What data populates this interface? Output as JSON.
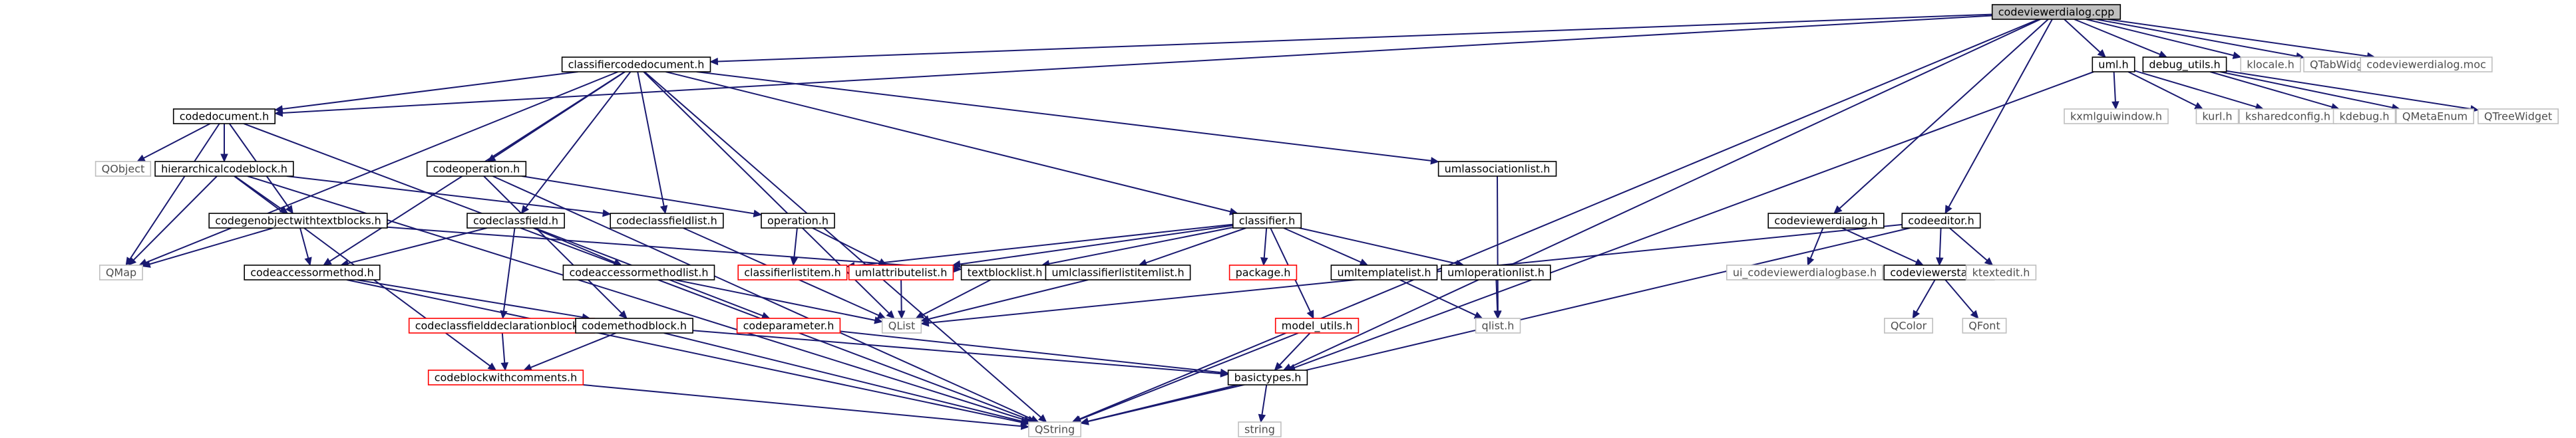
{
  "colors": {
    "edge": "#191970",
    "root_fill": "#bfbfbf",
    "root_border": "#000000",
    "documented_border": "#000000",
    "undocumented_border": "#ff0000",
    "external_border": "#bfbfbf",
    "external_text": "#4d4d4d",
    "text": "#000000"
  },
  "nodes": [
    {
      "id": "codeviewerdialog_cpp",
      "label": "codeviewerdialog.cpp",
      "kind": "root"
    },
    {
      "id": "classifiercodedocument_h",
      "label": "classifiercodedocument.h",
      "kind": "documented"
    },
    {
      "id": "uml_h",
      "label": "uml.h",
      "kind": "documented"
    },
    {
      "id": "debug_utils_h",
      "label": "debug_utils.h",
      "kind": "documented"
    },
    {
      "id": "klocale_h",
      "label": "klocale.h",
      "kind": "external"
    },
    {
      "id": "qtabwidget",
      "label": "QTabWidget",
      "kind": "external"
    },
    {
      "id": "codeviewerdialog_moc",
      "label": "codeviewerdialog.moc",
      "kind": "external"
    },
    {
      "id": "codedocument_h",
      "label": "codedocument.h",
      "kind": "documented"
    },
    {
      "id": "qobject",
      "label": "QObject",
      "kind": "external"
    },
    {
      "id": "hierarchicalcodeblock_h",
      "label": "hierarchicalcodeblock.h",
      "kind": "documented"
    },
    {
      "id": "codegenobjectwithtextblocks_h",
      "label": "codegenobjectwithtextblocks.h",
      "kind": "documented"
    },
    {
      "id": "qmap",
      "label": "QMap",
      "kind": "external"
    },
    {
      "id": "codeoperation_h",
      "label": "codeoperation.h",
      "kind": "documented"
    },
    {
      "id": "codeclassfield_h",
      "label": "codeclassfield.h",
      "kind": "documented"
    },
    {
      "id": "codeclassfieldlist_h",
      "label": "codeclassfieldlist.h",
      "kind": "documented"
    },
    {
      "id": "operation_h",
      "label": "operation.h",
      "kind": "documented"
    },
    {
      "id": "umlassociationlist_h",
      "label": "umlassociationlist.h",
      "kind": "documented"
    },
    {
      "id": "classifier_h",
      "label": "classifier.h",
      "kind": "documented"
    },
    {
      "id": "codeaccessormethod_h",
      "label": "codeaccessormethod.h",
      "kind": "documented"
    },
    {
      "id": "codeaccessormethodlist_h",
      "label": "codeaccessormethodlist.h",
      "kind": "documented"
    },
    {
      "id": "classifierlistitem_h",
      "label": "classifierlistitem.h",
      "kind": "undocumented"
    },
    {
      "id": "umlattributelist_h",
      "label": "umlattributelist.h",
      "kind": "undocumented"
    },
    {
      "id": "textblocklist_h",
      "label": "textblocklist.h",
      "kind": "documented"
    },
    {
      "id": "umlclassifierlistitemlist_h",
      "label": "umlclassifierlistitemlist.h",
      "kind": "documented"
    },
    {
      "id": "package_h",
      "label": "package.h",
      "kind": "undocumented"
    },
    {
      "id": "umltemplatelist_h",
      "label": "umltemplatelist.h",
      "kind": "documented"
    },
    {
      "id": "umloperationlist_h",
      "label": "umloperationlist.h",
      "kind": "documented"
    },
    {
      "id": "qlist",
      "label": "QList",
      "kind": "external"
    },
    {
      "id": "qlist_h",
      "label": "qlist.h",
      "kind": "external"
    },
    {
      "id": "codeclassfielddeclarationblock_h",
      "label": "codeclassfielddeclarationblock.h",
      "kind": "undocumented"
    },
    {
      "id": "codemethodblock_h",
      "label": "codemethodblock.h",
      "kind": "documented"
    },
    {
      "id": "codeparameter_h",
      "label": "codeparameter.h",
      "kind": "undocumented"
    },
    {
      "id": "model_utils_h",
      "label": "model_utils.h",
      "kind": "undocumented"
    },
    {
      "id": "codeblockwithcomments_h",
      "label": "codeblockwithcomments.h",
      "kind": "undocumented"
    },
    {
      "id": "basictypes_h",
      "label": "basictypes.h",
      "kind": "documented"
    },
    {
      "id": "qstring",
      "label": "QString",
      "kind": "external"
    },
    {
      "id": "string",
      "label": "string",
      "kind": "external"
    },
    {
      "id": "codeviewerdialog_h",
      "label": "codeviewerdialog.h",
      "kind": "documented"
    },
    {
      "id": "codeeditor_h",
      "label": "codeeditor.h",
      "kind": "documented"
    },
    {
      "id": "ui_codeviewerdialogbase_h",
      "label": "ui_codeviewerdialogbase.h",
      "kind": "external"
    },
    {
      "id": "codeviewerstate_h",
      "label": "codeviewerstate.h",
      "kind": "documented"
    },
    {
      "id": "ktextedit_h",
      "label": "ktextedit.h",
      "kind": "external"
    },
    {
      "id": "qcolor",
      "label": "QColor",
      "kind": "external"
    },
    {
      "id": "qfont",
      "label": "QFont",
      "kind": "external"
    },
    {
      "id": "kxmlguiwindow_h",
      "label": "kxmlguiwindow.h",
      "kind": "external"
    },
    {
      "id": "kurl_h",
      "label": "kurl.h",
      "kind": "external"
    },
    {
      "id": "ksharedconfig_h",
      "label": "ksharedconfig.h",
      "kind": "external"
    },
    {
      "id": "kdebug_h",
      "label": "kdebug.h",
      "kind": "external"
    },
    {
      "id": "qmetaenum",
      "label": "QMetaEnum",
      "kind": "external"
    },
    {
      "id": "qtreewidget",
      "label": "QTreeWidget",
      "kind": "external"
    }
  ],
  "edges": [
    [
      "codeviewerdialog_cpp",
      "classifiercodedocument_h"
    ],
    [
      "codeviewerdialog_cpp",
      "uml_h"
    ],
    [
      "codeviewerdialog_cpp",
      "debug_utils_h"
    ],
    [
      "codeviewerdialog_cpp",
      "klocale_h"
    ],
    [
      "codeviewerdialog_cpp",
      "qtabwidget"
    ],
    [
      "codeviewerdialog_cpp",
      "codeviewerdialog_moc"
    ],
    [
      "codeviewerdialog_cpp",
      "codeviewerdialog_h"
    ],
    [
      "codeviewerdialog_cpp",
      "codeeditor_h"
    ],
    [
      "codeviewerdialog_cpp",
      "codedocument_h"
    ],
    [
      "codeviewerdialog_cpp",
      "basictypes_h"
    ],
    [
      "codeviewerdialog_cpp",
      "qstring"
    ],
    [
      "classifiercodedocument_h",
      "codedocument_h"
    ],
    [
      "classifiercodedocument_h",
      "codeoperation_h"
    ],
    [
      "classifiercodedocument_h",
      "codeclassfield_h"
    ],
    [
      "classifiercodedocument_h",
      "codeclassfieldlist_h"
    ],
    [
      "classifiercodedocument_h",
      "umlassociationlist_h"
    ],
    [
      "classifiercodedocument_h",
      "classifier_h"
    ],
    [
      "classifiercodedocument_h",
      "qmap"
    ],
    [
      "classifiercodedocument_h",
      "qlist"
    ],
    [
      "classifiercodedocument_h",
      "qstring"
    ],
    [
      "classifiercodedocument_h",
      "codeaccessormethod_h"
    ],
    [
      "codedocument_h",
      "qobject"
    ],
    [
      "codedocument_h",
      "hierarchicalcodeblock_h"
    ],
    [
      "codedocument_h",
      "codegenobjectwithtextblocks_h"
    ],
    [
      "codedocument_h",
      "qmap"
    ],
    [
      "codedocument_h",
      "qstring"
    ],
    [
      "hierarchicalcodeblock_h",
      "codegenobjectwithtextblocks_h"
    ],
    [
      "hierarchicalcodeblock_h",
      "codeclassfieldlist_h"
    ],
    [
      "hierarchicalcodeblock_h",
      "codeblockwithcomments_h"
    ],
    [
      "hierarchicalcodeblock_h",
      "qmap"
    ],
    [
      "hierarchicalcodeblock_h",
      "qstring"
    ],
    [
      "codegenobjectwithtextblocks_h",
      "qmap"
    ],
    [
      "codegenobjectwithtextblocks_h",
      "codeaccessormethod_h"
    ],
    [
      "codegenobjectwithtextblocks_h",
      "textblocklist_h"
    ],
    [
      "codeoperation_h",
      "operation_h"
    ],
    [
      "codeoperation_h",
      "codemethodblock_h"
    ],
    [
      "codeoperation_h",
      "qstring"
    ],
    [
      "codeclassfield_h",
      "codeaccessormethod_h"
    ],
    [
      "codeclassfield_h",
      "codeaccessormethodlist_h"
    ],
    [
      "codeclassfield_h",
      "codeclassfielddeclarationblock_h"
    ],
    [
      "codeclassfield_h",
      "codeparameter_h"
    ],
    [
      "codeclassfieldlist_h",
      "qlist"
    ],
    [
      "operation_h",
      "classifierlistitem_h"
    ],
    [
      "operation_h",
      "umlattributelist_h"
    ],
    [
      "classifier_h",
      "classifierlistitem_h"
    ],
    [
      "classifier_h",
      "umlattributelist_h"
    ],
    [
      "classifier_h",
      "textblocklist_h"
    ],
    [
      "classifier_h",
      "umlclassifierlistitemlist_h"
    ],
    [
      "classifier_h",
      "package_h"
    ],
    [
      "classifier_h",
      "umltemplatelist_h"
    ],
    [
      "classifier_h",
      "umloperationlist_h"
    ],
    [
      "classifier_h",
      "model_utils_h"
    ],
    [
      "umlassociationlist_h",
      "qlist_h"
    ],
    [
      "codeaccessormethod_h",
      "codemethodblock_h"
    ],
    [
      "codeaccessormethod_h",
      "qstring"
    ],
    [
      "codeaccessormethodlist_h",
      "qlist"
    ],
    [
      "umlattributelist_h",
      "qlist"
    ],
    [
      "textblocklist_h",
      "qlist"
    ],
    [
      "umlclassifierlistitemlist_h",
      "qlist"
    ],
    [
      "umltemplatelist_h",
      "qlist_h"
    ],
    [
      "umloperationlist_h",
      "qlist_h"
    ],
    [
      "codeclassfielddeclarationblock_h",
      "codeblockwithcomments_h"
    ],
    [
      "codemethodblock_h",
      "codeblockwithcomments_h"
    ],
    [
      "codemethodblock_h",
      "basictypes_h"
    ],
    [
      "codemethodblock_h",
      "qstring"
    ],
    [
      "codeparameter_h",
      "basictypes_h"
    ],
    [
      "model_utils_h",
      "basictypes_h"
    ],
    [
      "model_utils_h",
      "qstring"
    ],
    [
      "codeblockwithcomments_h",
      "qstring"
    ],
    [
      "basictypes_h",
      "qstring"
    ],
    [
      "basictypes_h",
      "string"
    ],
    [
      "codeviewerdialog_h",
      "ui_codeviewerdialogbase_h"
    ],
    [
      "codeviewerdialog_h",
      "codeviewerstate_h"
    ],
    [
      "codeeditor_h",
      "codeviewerstate_h"
    ],
    [
      "codeeditor_h",
      "ktextedit_h"
    ],
    [
      "codeeditor_h",
      "qlist"
    ],
    [
      "codeeditor_h",
      "qstring"
    ],
    [
      "codeviewerstate_h",
      "qcolor"
    ],
    [
      "codeviewerstate_h",
      "qfont"
    ],
    [
      "uml_h",
      "kxmlguiwindow_h"
    ],
    [
      "uml_h",
      "kurl_h"
    ],
    [
      "uml_h",
      "ksharedconfig_h"
    ],
    [
      "uml_h",
      "basictypes_h"
    ],
    [
      "debug_utils_h",
      "kdebug_h"
    ],
    [
      "debug_utils_h",
      "qmetaenum"
    ],
    [
      "debug_utils_h",
      "qtreewidget"
    ]
  ]
}
